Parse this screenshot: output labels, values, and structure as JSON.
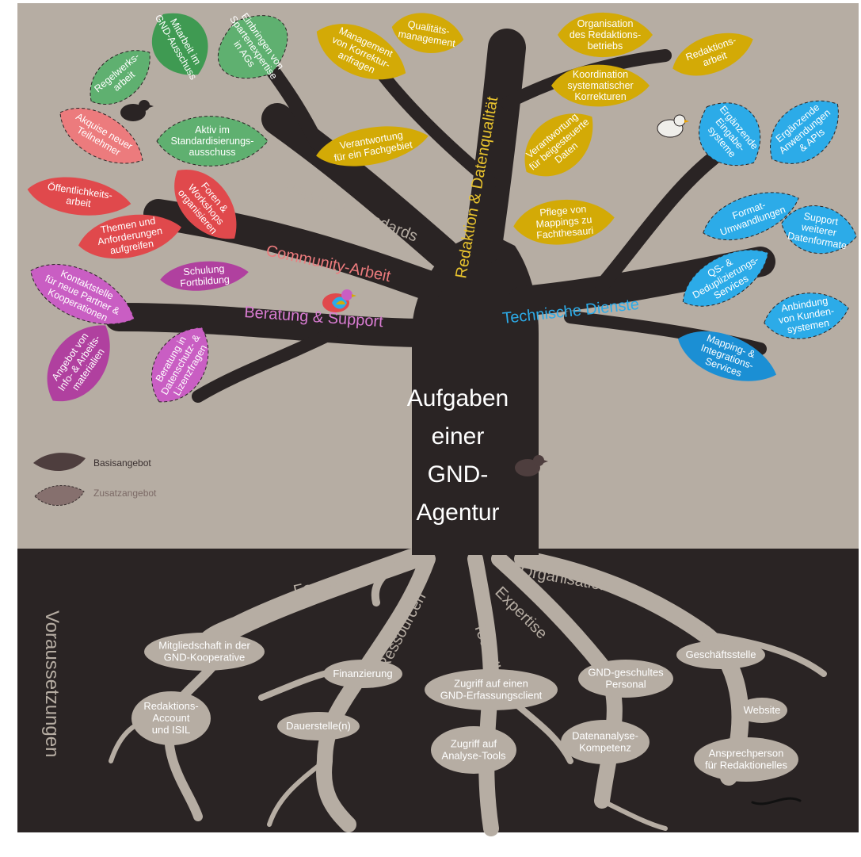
{
  "colors": {
    "sky": "#b6ada3",
    "soil": "#2a2424",
    "trunk": "#2a2424",
    "root": "#b6ada3",
    "green": "#5fb070",
    "green_dark": "#3f9a52",
    "pink": "#ec7b7d",
    "red": "#e0494c",
    "magenta": "#c95ec3",
    "magenta_dark": "#b0409f",
    "yellow": "#d3aa06",
    "blue": "#2cabe8",
    "blue_dark": "#1b8fd4"
  },
  "title": [
    "Aufgaben",
    "einer",
    "GND-",
    "Agentur"
  ],
  "sidebar_label": "Voraussetzungen",
  "legend": {
    "basis": "Basisangebot",
    "zusatz": "Zusatzangebot"
  },
  "branches": {
    "regeln": "Regeln & Standards",
    "community": "Community-Arbeit",
    "beratung": "Beratung & Support",
    "redaktion": "Redaktion & Datenqualität",
    "technik": "Technische Dienste"
  },
  "leaves": {
    "regelwerksarbeit": [
      "Regelwerks-",
      "arbeit"
    ],
    "gnd_ausschuss": [
      "Mitarbeit im",
      "GND-Ausschuss"
    ],
    "spartenexpertise": [
      "Einbringen von",
      "Spartenexpertise",
      "in AGs"
    ],
    "standardisierung": [
      "Aktiv im",
      "Standardisierungs-",
      "ausschuss"
    ],
    "akquise": [
      "Akquise neuer",
      "Teilnehmer"
    ],
    "oeffentlichkeit": [
      "Öffentlichkeits-",
      "arbeit"
    ],
    "foren": [
      "Foren &",
      "Workshops",
      "organisieren"
    ],
    "themen": [
      "Themen und",
      "Anforderungen",
      "aufgreifen"
    ],
    "kontaktstelle": [
      "Kontaktstelle",
      "für neue Partner &",
      "Kooperationen"
    ],
    "schulung": [
      "Schulung",
      "Fortbildung"
    ],
    "angebot": [
      "Angebot von",
      "Info- & Arbeits-",
      "materialien"
    ],
    "datenschutz": [
      "Beratung in",
      "Datenschutz- &",
      "Lizenzfragen"
    ],
    "korrekturanfragen": [
      "Management",
      "von Korrektur-",
      "anfragen"
    ],
    "qualitaet": [
      "Qualitäts-",
      "management"
    ],
    "organisation_red": [
      "Organisation",
      "des Redaktions-",
      "betriebs"
    ],
    "redaktionsarbeit": [
      "Redaktions-",
      "arbeit"
    ],
    "koordination": [
      "Koordination",
      "systematischer",
      "Korrekturen"
    ],
    "fachgebiet": [
      "Verantwortung",
      "für ein Fachgebiet"
    ],
    "beigesteuert": [
      "Verantwortung",
      "für beigesteuerte",
      "Daten"
    ],
    "mappings": [
      "Pflege von",
      "Mappings zu",
      "Fachthesauri"
    ],
    "eingabesysteme": [
      "Ergänzende",
      "Eingabe-",
      "systeme"
    ],
    "anwendungen": [
      "Ergänzende",
      "Anwendungen",
      "& APIs"
    ],
    "formatumwandlungen": [
      "Format-",
      "Umwandlungen"
    ],
    "datenformate": [
      "Support",
      "weiterer",
      "Datenformate"
    ],
    "qs": [
      "QS- &",
      "Deduplizierungs-",
      "Services"
    ],
    "kundensysteme": [
      "Anbindung",
      "von Kunden-",
      "systemen"
    ],
    "integration": [
      "Mapping- &",
      "Integrations-",
      "Services"
    ]
  },
  "root_labels": {
    "formales": "Formales",
    "ressourcen": "Ressourcen",
    "technik": "Technik",
    "expertise": "Expertise",
    "organisation": "Organisation"
  },
  "root_nodes": {
    "mitgliedschaft": [
      "Mitgliedschaft in der",
      "GND-Kooperative"
    ],
    "redaktionsaccount": [
      "Redaktions-",
      "Account",
      "und ISIL"
    ],
    "finanzierung": [
      "Finanzierung"
    ],
    "dauerstelle": [
      "Dauerstelle(n)"
    ],
    "erfassungsclient": [
      "Zugriff auf einen",
      "GND-Erfassungsclient"
    ],
    "analysetools": [
      "Zugriff auf",
      "Analyse-Tools"
    ],
    "personal": [
      "GND-geschultes",
      "Personal"
    ],
    "datenanalyse": [
      "Datenanalyse-",
      "Kompetenz"
    ],
    "geschaeftsstelle": [
      "Geschäftsstelle"
    ],
    "website": [
      "Website"
    ],
    "ansprechperson": [
      "Ansprechperson",
      "für Redaktionelles"
    ]
  }
}
